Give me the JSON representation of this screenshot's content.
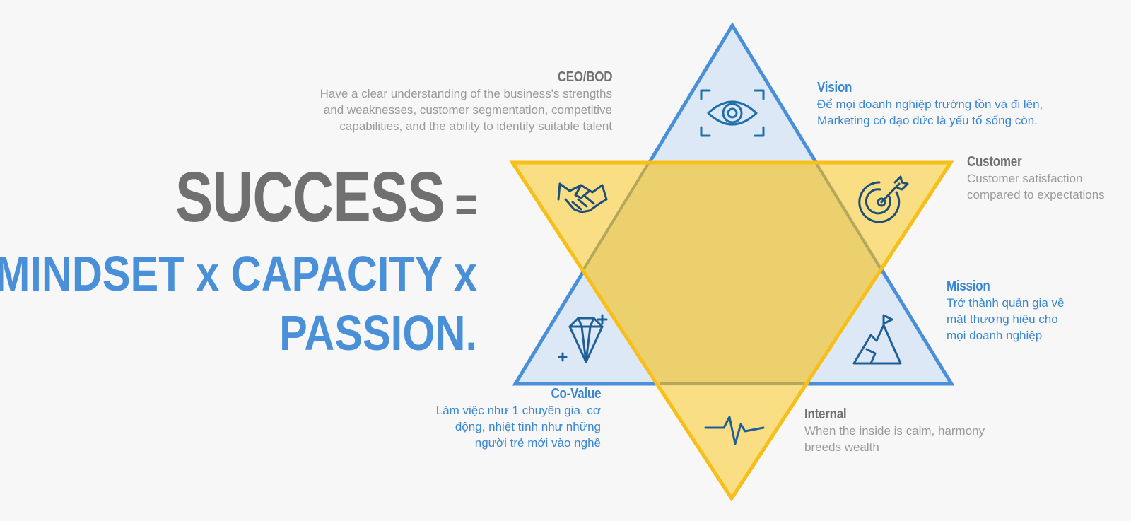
{
  "headline": {
    "success": "SUCCESS",
    "equals": "=",
    "formula_line1": "MINDSET x CAPACITY x",
    "formula_line2": "PASSION."
  },
  "nodes": {
    "ceo": {
      "title": "CEO/BOD",
      "lines": [
        "Have a clear understanding of the business's strengths",
        "and weaknesses, customer segmentation, competitive",
        "capabilities, and the ability to identify suitable talent"
      ],
      "icon": "handshake-icon"
    },
    "vision": {
      "title": "Vision",
      "lines": [
        "Để mọi doanh nghiệp trường tồn và đi lên,",
        "Marketing có đạo đức là yếu tố sống còn."
      ],
      "icon": "eye-icon"
    },
    "customer": {
      "title": "Customer",
      "lines": [
        "Customer satisfaction",
        "compared to expectations"
      ],
      "icon": "target-icon"
    },
    "mission": {
      "title": "Mission",
      "lines": [
        "Trở thành quản gia về",
        "mặt thương hiệu cho",
        "mọi doanh nghiệp"
      ],
      "icon": "mountain-flag-icon"
    },
    "covalue": {
      "title": "Co-Value",
      "lines": [
        "Làm việc như 1 chuyên gia, cơ",
        "động, nhiệt tình như những",
        "người trẻ mới vào nghề"
      ],
      "icon": "diamond-icon"
    },
    "internal": {
      "title": "Internal",
      "lines": [
        "When the inside is calm, harmony",
        "breeds wealth"
      ],
      "icon": "heartbeat-icon"
    }
  },
  "colors": {
    "blue": "#4a90d9",
    "blue_fill": "#dce8f6",
    "yellow": "#f7bf1a",
    "yellow_fill": "#f9db7a",
    "overlap": "#efd26e",
    "gray_title": "#707070",
    "gray_text": "#9a9a9a"
  }
}
